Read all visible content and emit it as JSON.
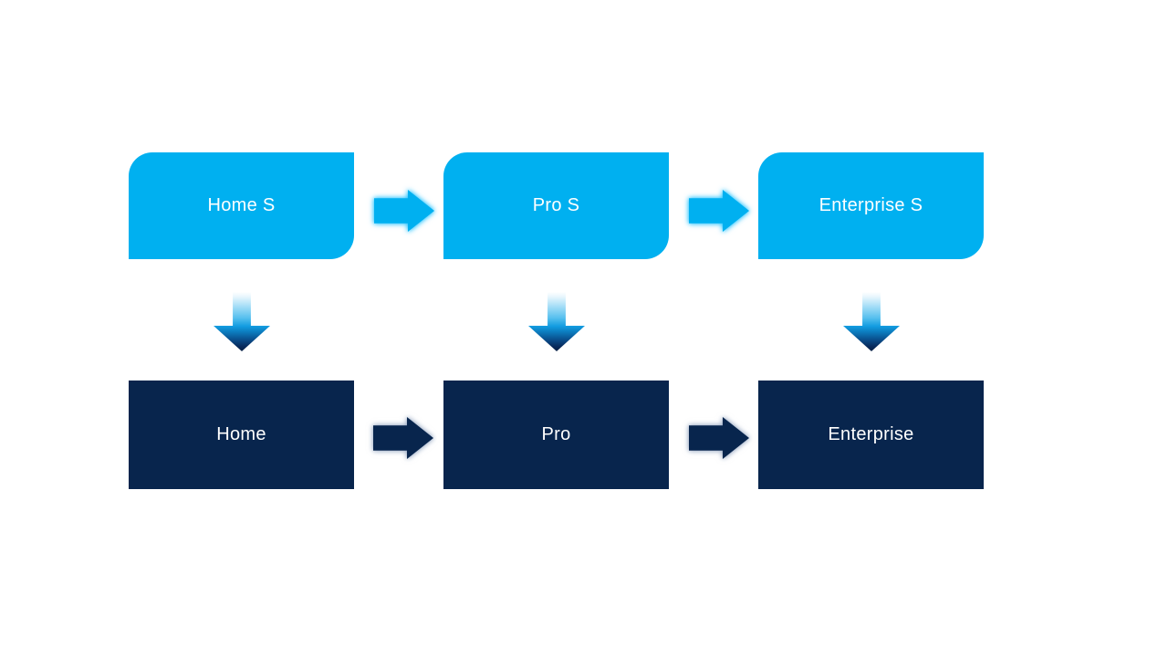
{
  "page": {
    "type": "upgrade-process-diagram",
    "background": "#ffffff"
  },
  "colors": {
    "stage_fill": "#00B0F0",
    "product_fill": "#08254D",
    "text": "#ffffff"
  },
  "top_row": {
    "items": [
      {
        "label": "Home S"
      },
      {
        "label": "Pro S"
      },
      {
        "label": "Enterprise S"
      }
    ]
  },
  "bottom_row": {
    "items": [
      {
        "label": "Home"
      },
      {
        "label": "Pro"
      },
      {
        "label": "Enterprise"
      }
    ]
  },
  "icons": {
    "right_arrow": "right-arrow block shape",
    "down_arrow": "down-arrow block shape with white-to-navy gradient"
  }
}
